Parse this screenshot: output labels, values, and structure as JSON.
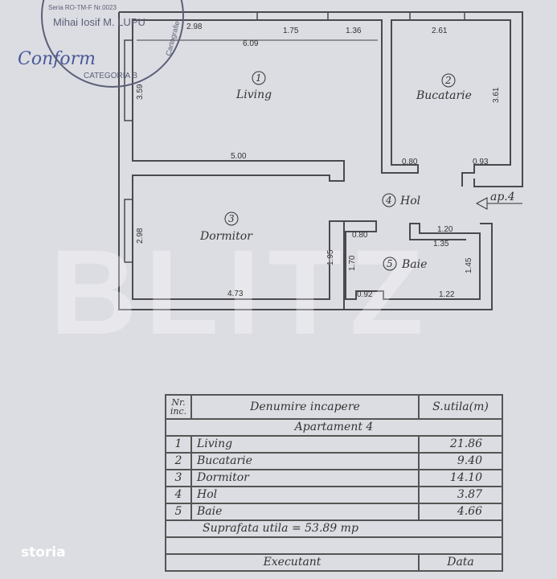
{
  "stamp": {
    "top_text": "Seria RO-TM-F Nr.0023",
    "name": "Mihai Iosif M. LUPU",
    "category": "CATEGORIA B",
    "side_text": "Cartografie",
    "signature": "Conform"
  },
  "rooms": [
    {
      "num": "1",
      "name": "Living"
    },
    {
      "num": "2",
      "name": "Bucatarie"
    },
    {
      "num": "3",
      "name": "Dormitor"
    },
    {
      "num": "4",
      "name": "Hol"
    },
    {
      "num": "5",
      "name": "Baie"
    }
  ],
  "entrance_label": "ap.4",
  "dims": [
    "2.98",
    "1.75",
    "1.36",
    "6.09",
    "2.61",
    "3.59",
    "3.61",
    "5.00",
    "0.80",
    "0.93",
    "2.98",
    "4.73",
    "1.95",
    "0.80",
    "1.70",
    "1.20",
    "1.35",
    "1.45",
    "0.92",
    "1.22"
  ],
  "watermark": "BLITZ",
  "table": {
    "col_nr": "Nr. inc.",
    "col_name": "Denumire incapere",
    "col_area": "S.utila(m)",
    "group": "Apartament 4",
    "rows": [
      {
        "nr": "1",
        "name": "Living",
        "area": "21.86"
      },
      {
        "nr": "2",
        "name": "Bucatarie",
        "area": "9.40"
      },
      {
        "nr": "3",
        "name": "Dormitor",
        "area": "14.10"
      },
      {
        "nr": "4",
        "name": "Hol",
        "area": "3.87"
      },
      {
        "nr": "5",
        "name": "Baie",
        "area": "4.66"
      }
    ],
    "total": "Suprafata utila = 53.89 mp",
    "executant": "Executant",
    "data": "Data"
  },
  "brand": "storia"
}
